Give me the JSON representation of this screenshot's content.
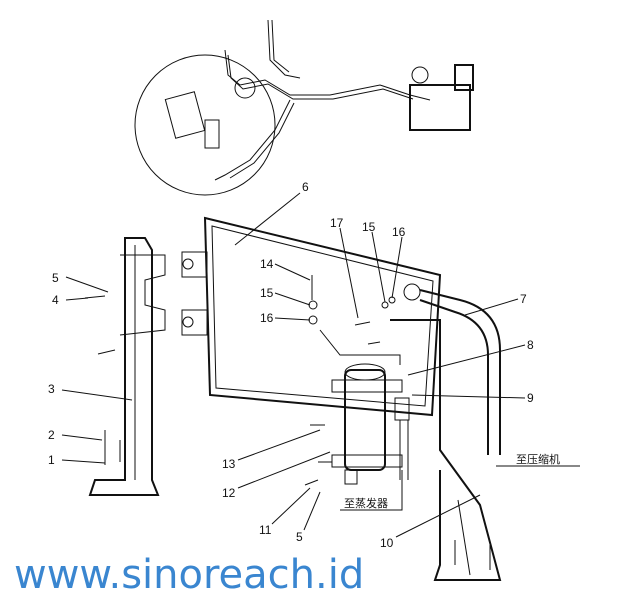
{
  "title": "Condenser and receiver-drier assembly parts diagram",
  "watermark": "www.sinoreach.id",
  "annotations": {
    "to_compressor": "至压缩机",
    "to_evaporator": "至蒸发器"
  },
  "callouts": {
    "c1": "1",
    "c2": "2",
    "c3": "3",
    "c4": "4",
    "c5a": "5",
    "c5b": "5",
    "c6": "6",
    "c7": "7",
    "c8": "8",
    "c9": "9",
    "c10": "10",
    "c11": "11",
    "c12": "12",
    "c13": "13",
    "c14": "14",
    "c15a": "15",
    "c15b": "15",
    "c16a": "16",
    "c16b": "16",
    "c17": "17"
  }
}
